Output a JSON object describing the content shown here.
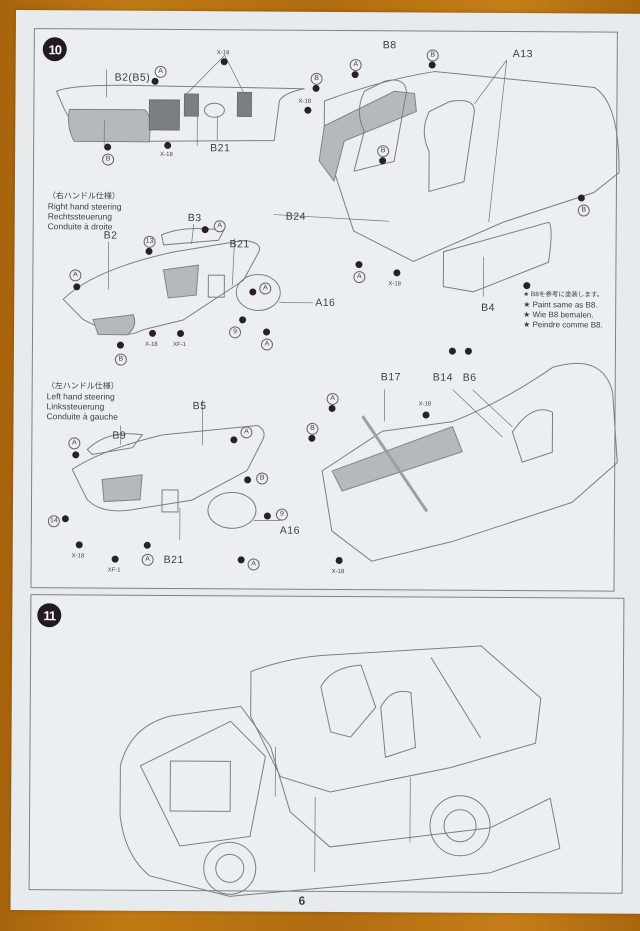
{
  "document": {
    "page_number": "6",
    "colors": {
      "background_wood": "#b8700e",
      "paper": "#e8ebee",
      "step_badge": "#231a24",
      "line": "#7a7f85"
    }
  },
  "step10": {
    "badge": "10",
    "dashboard_top": {
      "labels": {
        "b2b5": "B2(B5)",
        "b21": "B21",
        "x18_a": "X-18",
        "x18_b": "X-18"
      },
      "paint_marks": {
        "a": "A",
        "b": "B"
      }
    },
    "interior_top": {
      "labels": {
        "b8": "B8",
        "a13": "A13",
        "b24": "B24",
        "b4": "B4",
        "x18_a": "X-18",
        "x18_b": "X-18"
      },
      "paint_marks": {
        "a": "A",
        "b": "B"
      },
      "note": {
        "jp": "★ B8を参考に塗装します。",
        "en": "★ Paint same as B8.",
        "de": "★ Wie B8 bemalen.",
        "fr": "★ Peindre comme B8."
      }
    },
    "right_hand": {
      "jp": "（右ハンドル仕様）",
      "en": "Right hand steering",
      "de": "Rechtssteuerung",
      "fr": "Conduite à droite",
      "labels": {
        "b2": "B2",
        "b3": "B3",
        "b21": "B21",
        "a16": "A16",
        "p13": "13",
        "p9": "9",
        "x18": "X-18",
        "xf1": "XF-1"
      },
      "paint_marks": {
        "a": "A",
        "b": "B"
      }
    },
    "left_hand": {
      "jp": "（左ハンドル仕様）",
      "en": "Left hand steering",
      "de": "Linkssteuerung",
      "fr": "Conduite à gauche",
      "labels": {
        "b5": "B5",
        "b9": "B9",
        "b21": "B21",
        "a16": "A16",
        "p14": "14",
        "p9": "9",
        "x18": "X-18",
        "xf1": "XF-1"
      },
      "paint_marks": {
        "a": "A",
        "b": "B"
      }
    },
    "interior_bottom": {
      "labels": {
        "b17": "B17",
        "b14": "B14",
        "b6": "B6",
        "x18_a": "X-18",
        "x18_b": "X-18"
      },
      "paint_marks": {
        "a": "A",
        "b": "B"
      }
    }
  },
  "step11": {
    "badge": "11"
  }
}
